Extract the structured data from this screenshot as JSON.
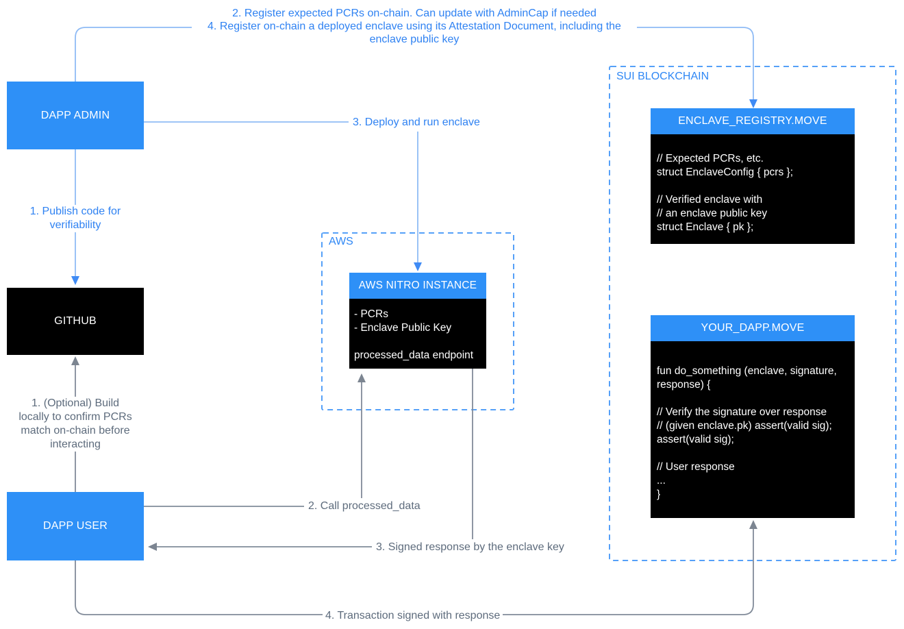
{
  "diagram": {
    "top_note_lines": [
      "2. Register expected PCRs on-chain. Can update with AdminCap if needed",
      "4. Register on-chain a deployed enclave using its Attestation Document, including the",
      "enclave public key"
    ],
    "nodes": {
      "dapp_admin": "DAPP ADMIN",
      "github": "GITHUB",
      "dapp_user": "DAPP USER"
    },
    "aws": {
      "region_label": "AWS",
      "nitro_title": "AWS NITRO INSTANCE",
      "nitro_lines": [
        "- PCRs",
        "- Enclave Public Key",
        "",
        "processed_data endpoint"
      ]
    },
    "sui": {
      "region_label": "SUI BLOCKCHAIN",
      "registry_title": "ENCLAVE_REGISTRY.MOVE",
      "registry_lines": [
        "// Expected PCRs, etc.",
        "struct EnclaveConfig { pcrs };",
        "",
        "// Verified enclave with",
        "// an enclave public key",
        "struct Enclave { pk };"
      ],
      "dapp_title": "YOUR_DAPP.MOVE",
      "dapp_lines": [
        "fun do_something (enclave, signature,",
        "response) {",
        "",
        "// Verify the signature over response",
        "// (given enclave.pk) assert(valid sig);",
        "assert(valid sig);",
        "",
        "// User response",
        "...",
        "}"
      ]
    },
    "edge_labels": {
      "publish_lines": [
        "1. Publish code for",
        "verifiability"
      ],
      "deploy": "3. Deploy and run enclave",
      "build_lines": [
        "1. (Optional) Build",
        "locally to confirm PCRs",
        "match on-chain before",
        "interacting"
      ],
      "call": "2. Call processed_data",
      "signed": "3. Signed response by the enclave key",
      "transaction": "4. Transaction signed with response"
    },
    "colors": {
      "node_blue": "#2E90F7",
      "box_black": "#000000",
      "dashed_border": "#55A0F8",
      "note_blue": "#2F82F2",
      "line_blue": "#8FBBF5",
      "arrow_blue": "#3F8BF5",
      "line_gray": "#818B99",
      "text_gray": "#5D6B7C"
    }
  }
}
